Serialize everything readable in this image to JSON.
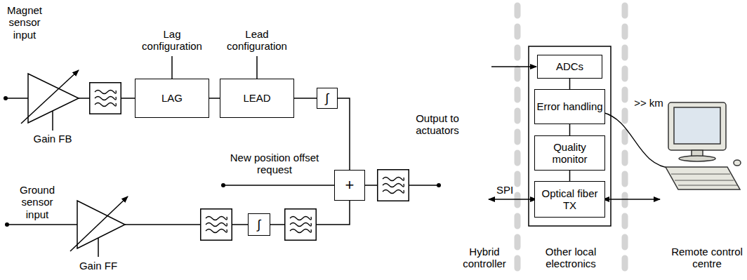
{
  "diagram": {
    "nodes": [
      {
        "text": [
          "LAG"
        ]
      },
      {
        "text": [
          "LEAD"
        ]
      },
      {
        "text": [
          "∫"
        ]
      },
      {
        "text": [
          "+"
        ]
      },
      {
        "text": [
          "∫"
        ]
      },
      {
        "text": [
          "ADCs"
        ]
      },
      {
        "text": [
          "Error handling"
        ]
      },
      {
        "text": [
          "Quality monitor"
        ]
      },
      {
        "text": [
          "Optical fiber TX"
        ]
      }
    ],
    "edges": [
      {
        "from": 0,
        "to": 1,
        "arrow": "none"
      },
      {
        "from": 1,
        "to": 2,
        "arrow": "none"
      },
      {
        "from": 2,
        "to": 3,
        "arrow": "none"
      },
      {
        "from": 5,
        "to": 6,
        "arrow": "none"
      },
      {
        "from": 6,
        "to": 7,
        "arrow": "none"
      },
      {
        "from": 7,
        "to": 8,
        "arrow": "none"
      }
    ],
    "labels": [
      "Magnet sensor input",
      "Lag configuration",
      "Lead configuration",
      "Gain FB",
      "New position offset request",
      "Output to actuators",
      "Ground sensor input",
      "Gain FF",
      "SPI",
      ">> km",
      "Hybrid controller",
      "Other local electronics",
      "Remote control centre"
    ]
  }
}
